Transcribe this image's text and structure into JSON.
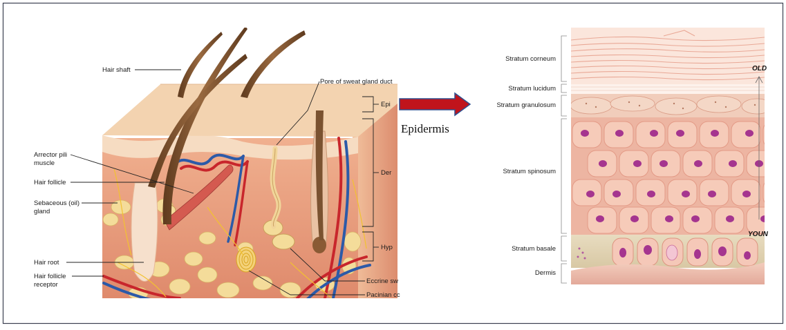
{
  "colors": {
    "frame": "#3b3f4f",
    "arrow_fill": "#c0141c",
    "arrow_edge": "#2f4f8f",
    "skin_surface": "#f3d3b0",
    "dermis": "#e8987a",
    "hypodermis_fat": "#f4dc9a",
    "artery": "#c8262c",
    "vein": "#2c5aa8",
    "hair": "#7a5230",
    "cell": "#f6cbb9",
    "nucleus": "#a5358f"
  },
  "skin": {
    "labels_left": {
      "hair_shaft": "Hair shaft",
      "arrector_1": "Arrector pili",
      "arrector_2": "muscle",
      "hair_follicle": "Hair follicle",
      "sebaceous_1": "Sebaceous (oil)",
      "sebaceous_2": "gland",
      "hair_root": "Hair root",
      "follicle_receptor_1": "Hair follicle",
      "follicle_receptor_2": "receptor"
    },
    "labels_right": {
      "pore": "Pore of sweat gland duct",
      "epi": "Epi",
      "der": "Der",
      "hyp": "Hyp",
      "eccrine": "Eccrine sw",
      "pacinian": "Pacinian cc"
    }
  },
  "arrow": {
    "caption": "Epidermis"
  },
  "layers": {
    "corneum": "Stratum corneum",
    "lucidum": "Stratum lucidum",
    "granulosum": "Stratum granulosum",
    "spinosum": "Stratum spinosum",
    "basale": "Stratum basale",
    "dermis": "Dermis"
  },
  "age_axis": {
    "top": "OLD",
    "bottom": "YOUN"
  }
}
